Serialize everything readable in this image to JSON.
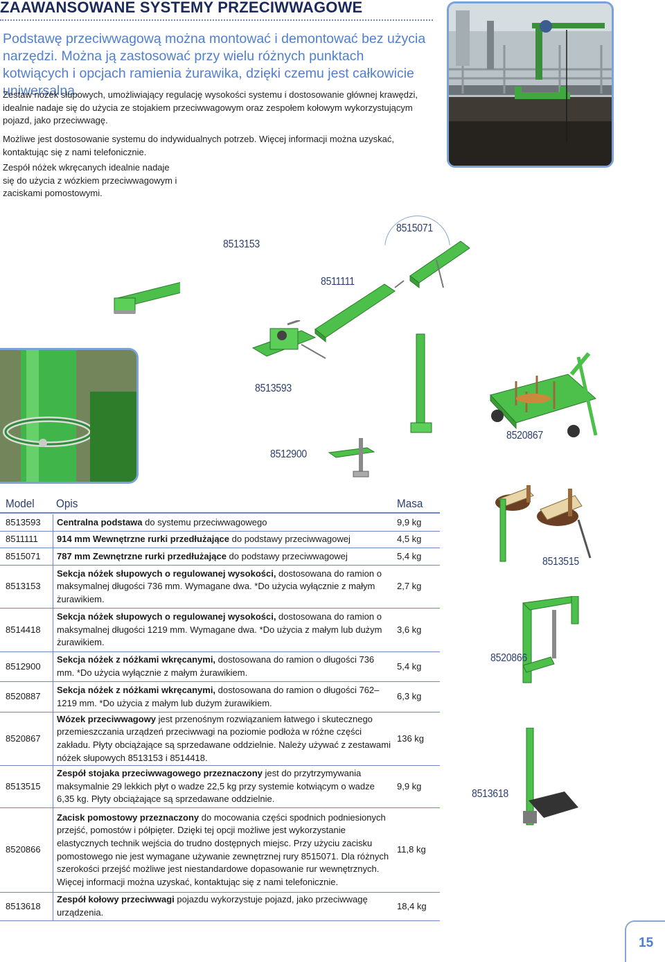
{
  "page": {
    "heading": "ZAAWANSOWANE SYSTEMY PRZECIWWAGOWE",
    "lead": "Podstawę przeciwwagową można montować i demontować bez użycia narzędzi. Można ją zastosować przy wielu różnych punktach kotwiących i opcjach ramienia żurawika, dzięki czemu jest całkowicie uniwersalna.",
    "paragraph1": "Zestaw nóżek słupowych, umożliwiający regulację wysokości systemu i dostosowanie głównej krawędzi, idealnie nadaje się do użycia ze stojakiem przeciwwagowym oraz zespołem kołowym wykorzystującym pojazd, jako przeciwwagę.",
    "paragraph2": "Możliwe jest dostosowanie systemu do indywidualnych potrzeb. Więcej informacji można uzyskać, kontaktując się z nami telefonicznie.",
    "paragraph3": "Zespół nóżek wkręcanych idealnie nadaje się do użycia z wózkiem przeciwwagowym i zaciskami pomostowymi.",
    "page_number": "15"
  },
  "product_labels": {
    "l8513153": "8513153",
    "l8515071": "8515071",
    "l8511111": "8511111",
    "l8513593": "8513593",
    "l8512900": "8512900",
    "l8520867": "8520867",
    "l8513515": "8513515",
    "l8520866": "8520866",
    "l8513618": "8513618"
  },
  "table": {
    "headers": {
      "model": "Model",
      "desc": "Opis",
      "mass": "Masa"
    },
    "rows": [
      {
        "model": "8513593",
        "bold": "Centralna podstawa",
        "text": " do systemu przeciwwagowego",
        "mass": "9,9 kg"
      },
      {
        "model": "8511111",
        "bold": "914 mm Wewnętrzne rurki przedłużające",
        "text": " do podstawy przeciwwagowej",
        "mass": "4,5 kg"
      },
      {
        "model": "8515071",
        "bold": "787 mm Zewnętrzne rurki przedłużające",
        "text": " do podstawy przeciwwagowej",
        "mass": "5,4 kg"
      },
      {
        "model": "8513153",
        "bold": "Sekcja nóżek słupowych o regulowanej wysokości,",
        "text": " dostosowana do ramion o maksymalnej długości 736 mm. Wymagane dwa. *Do użycia wyłącznie z małym żurawikiem.",
        "mass": "2,7 kg"
      },
      {
        "model": "8514418",
        "bold": "Sekcja nóżek słupowych o regulowanej wysokości,",
        "text": " dostosowana do ramion o maksymalnej długości 1219 mm. Wymagane dwa. *Do użycia z małym lub dużym żurawikiem.",
        "mass": "3,6 kg"
      },
      {
        "model": "8512900",
        "bold": "Sekcja nóżek z nóżkami wkręcanymi,",
        "text": " dostosowana do ramion o długości 736 mm. *Do użycia wyłącznie z małym żurawikiem.",
        "mass": "5,4 kg"
      },
      {
        "model": "8520887",
        "bold": "Sekcja nóżek z nóżkami wkręcanymi,",
        "text": " dostosowana do ramion o długości 762–1219 mm. *Do użycia z małym lub dużym żurawikiem.",
        "mass": "6,3 kg"
      },
      {
        "model": "8520867",
        "bold": "Wózek przeciwwagowy",
        "text": " jest przenośnym rozwiązaniem łatwego i skutecznego przemieszczania urządzeń przeciwwagi na poziomie podłoża w różne części zakładu. Płyty obciążające są sprzedawane oddzielnie. Należy używać z zestawami nóżek słupowych 8513153 i 8514418.",
        "mass": "136 kg"
      },
      {
        "model": "8513515",
        "bold": "Zespół stojaka przeciwwagowego przeznaczony",
        "text": " jest do przytrzymywania maksymalnie 29 lekkich płyt o wadze 22,5 kg przy systemie kotwiącym o wadze 6,35 kg. Płyty obciążające są sprzedawane oddzielnie.",
        "mass": "9,9 kg"
      },
      {
        "model": "8520866",
        "bold": "Zacisk pomostowy przeznaczony",
        "text": " do mocowania części spodnich podniesionych przejść, pomostów i półpięter. Dzięki tej opcji możliwe jest wykorzystanie elastycznych technik wejścia do trudno dostępnych miejsc. Przy użyciu zacisku pomostowego nie jest wymagane używanie zewnętrznej rury 8515071. Dla różnych szerokości przejść możliwe jest niestandardowe dopasowanie rur wewnętrznych. Więcej informacji można uzyskać, kontaktując się z nami telefonicznie.",
        "mass": "11,8 kg"
      },
      {
        "model": "8513618",
        "bold": "Zespół kołowy przeciwwagi",
        "text": " pojazdu wykorzystuje pojazd, jako przeciwwagę urządzenia.",
        "mass": "18,4 kg"
      }
    ]
  },
  "colors": {
    "accent_blue": "#4f7fd0",
    "heading_navy": "#1b2a59",
    "product_green": "#4cc04a"
  }
}
